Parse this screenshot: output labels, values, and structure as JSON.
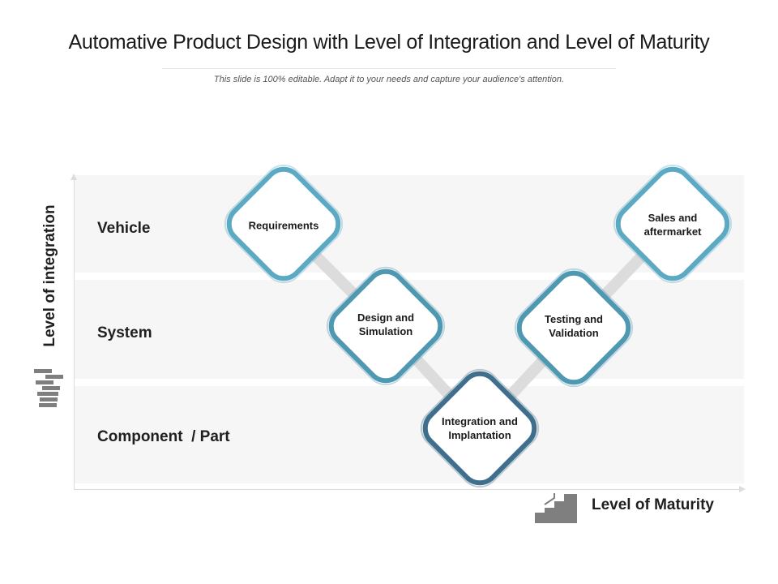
{
  "header": {
    "title": "Automative Product Design with Level of Integration and Level of Maturity",
    "subtitle": "This slide is 100% editable. Adapt it to your needs and capture your audience's attention."
  },
  "axes": {
    "y_label": "Level of integration",
    "x_label": "Level of Maturity"
  },
  "rows": [
    "Vehicle",
    "System",
    "Component  / Part"
  ],
  "nodes": [
    {
      "label": "Requirements",
      "color": "#5ba9c2"
    },
    {
      "label": "Design and Simulation",
      "color": "#4e98b2"
    },
    {
      "label": "Integration and Implantation",
      "color": "#3f6f8d"
    },
    {
      "label": "Testing and Validation",
      "color": "#4e98b2"
    },
    {
      "label": "Sales and aftermarket",
      "color": "#5ba9c2"
    }
  ],
  "colors": {
    "band": "#f6f6f6",
    "connector": "#dcdcdc",
    "icon": "#7f7f7f"
  },
  "icons": {
    "y_axis": "stacked-bars-icon",
    "x_axis": "stairs-icon"
  }
}
